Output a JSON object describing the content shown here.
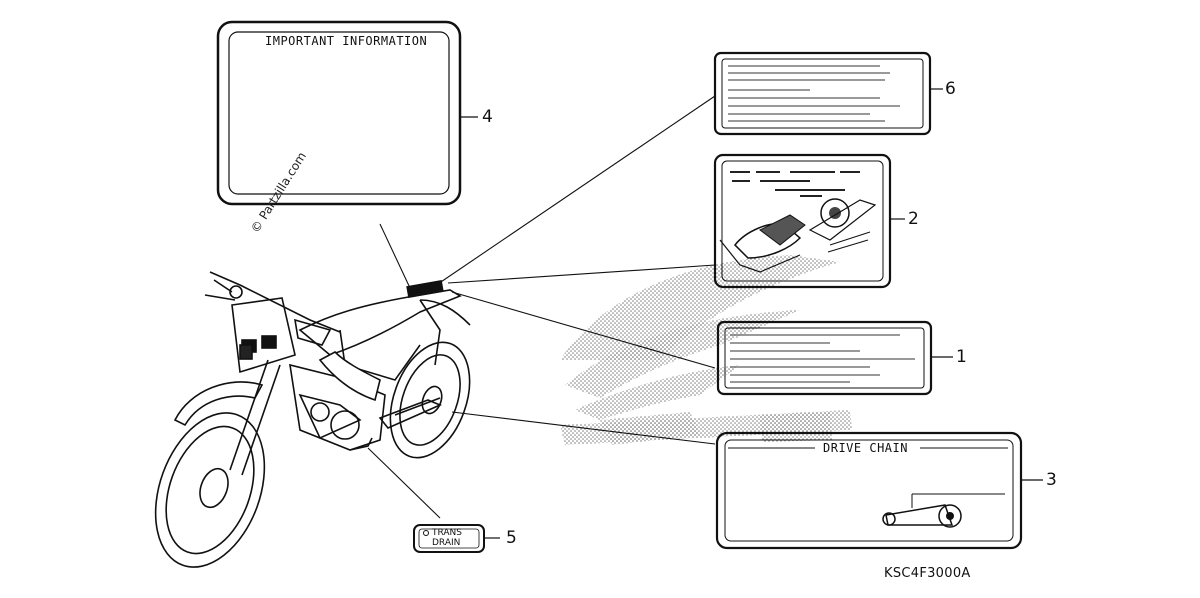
{
  "watermark": "© Partzilla.com",
  "diagram_code": "KSC4F3000A",
  "labels": {
    "box1": {
      "callout": "1"
    },
    "box2": {
      "callout": "2"
    },
    "box3": {
      "callout": "3",
      "title": "DRIVE CHAIN"
    },
    "box4": {
      "callout": "4",
      "title": "IMPORTANT INFORMATION"
    },
    "box5": {
      "callout": "5",
      "line1": "TRANS",
      "line2": "DRAIN"
    },
    "box6": {
      "callout": "6"
    }
  }
}
